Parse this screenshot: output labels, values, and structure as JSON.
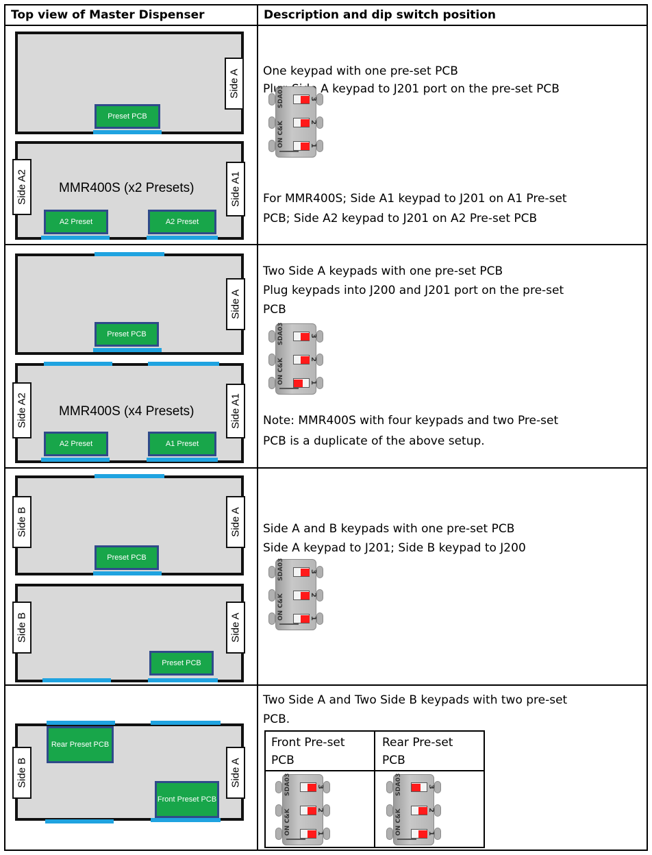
{
  "header": {
    "col1": "Top view of Master Dispenser",
    "col2": "Description and dip switch position"
  },
  "labels": {
    "side_a": "Side A",
    "side_b": "Side B",
    "side_a1": "Side A1",
    "side_a2": "Side A2",
    "preset_pcb": "Preset PCB",
    "a1_preset": "A1 Preset",
    "a2_preset": "A2 Preset",
    "rear_preset_pcb": "Rear Preset PCB",
    "front_preset_pcb": "Front Preset PCB",
    "mmr_x2": "MMR400S (x2 Presets)",
    "mmr_x4": "MMR400S (x4 Presets)"
  },
  "dip": {
    "model": "SDA03",
    "brand": "ON C&K",
    "n1": "1",
    "n2": "2",
    "n3": "3"
  },
  "rows": [
    {
      "line1": "One keypad with one pre-set PCB",
      "line2": "Plug Side A keypad to J201 port on the pre-set PCB",
      "note1": "For MMR400S; Side A1 keypad to J201 on A1 Pre-set",
      "note2": "PCB; Side A2 keypad to J201 on A2 Pre-set PCB",
      "switches": [
        "on",
        "on",
        "on"
      ]
    },
    {
      "line1": "Two Side A keypads with one pre-set PCB",
      "line2": "Plug keypads into J200 and J201 port on the pre-set",
      "line3": "PCB",
      "note1": "Note: MMR400S with four keypads and two Pre-set",
      "note2": "PCB is a duplicate of the above setup.",
      "switches": [
        "on",
        "on",
        "off"
      ]
    },
    {
      "line1": "Side A and B keypads with one pre-set PCB",
      "line2": "Side A keypad to J201; Side B keypad to J200",
      "switches": [
        "on",
        "on",
        "on"
      ]
    },
    {
      "line1": "Two Side A and Two Side B keypads with two pre-set",
      "line2": "PCB.",
      "front_label1": "Front Pre-set",
      "front_label2": "PCB",
      "rear_label1": "Rear Pre-set",
      "rear_label2": "PCB",
      "front_switches": [
        "on",
        "on",
        "on"
      ],
      "rear_switches": [
        "off",
        "on",
        "on"
      ]
    }
  ]
}
